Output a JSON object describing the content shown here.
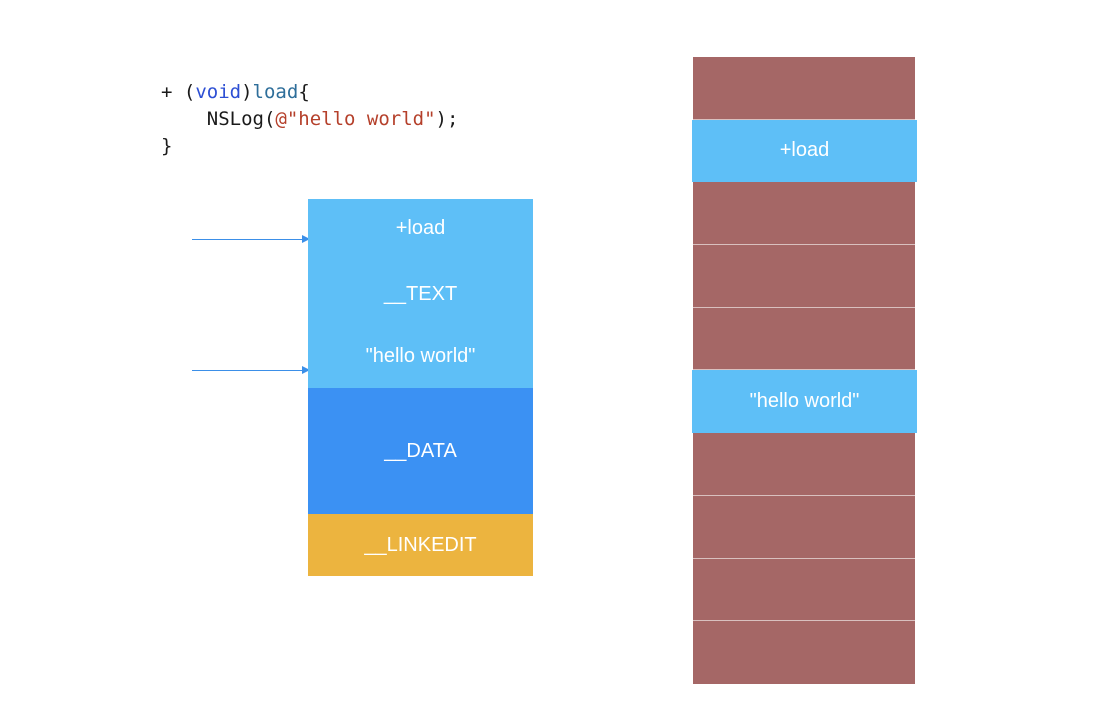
{
  "code": {
    "line1_prefix": "+ (",
    "line1_keyword": "void",
    "line1_close": ")",
    "line1_method": "load",
    "line1_brace": "{",
    "line2_prefix": "    NSLog(",
    "line2_string": "@\"hello world\"",
    "line2_suffix": ");",
    "line3": "}"
  },
  "binary": {
    "text_segment": {
      "load_label": "+load",
      "name": "__TEXT",
      "string_label": "\"hello world\""
    },
    "data_segment": "__DATA",
    "linkedit_segment": "__LINKEDIT"
  },
  "memory": {
    "pages": [
      {
        "label": "",
        "loaded": false
      },
      {
        "label": "+load",
        "loaded": true
      },
      {
        "label": "",
        "loaded": false
      },
      {
        "label": "",
        "loaded": false
      },
      {
        "label": "",
        "loaded": false
      },
      {
        "label": "\"hello world\"",
        "loaded": true
      },
      {
        "label": "",
        "loaded": false
      },
      {
        "label": "",
        "loaded": false
      },
      {
        "label": "",
        "loaded": false
      },
      {
        "label": "",
        "loaded": false
      }
    ]
  },
  "colors": {
    "text_segment": "#5ebff7",
    "data_segment": "#3b91f3",
    "linkedit_segment": "#ecb43f",
    "unloaded_page": "#a56766",
    "arrow": "#3b8fe8"
  }
}
